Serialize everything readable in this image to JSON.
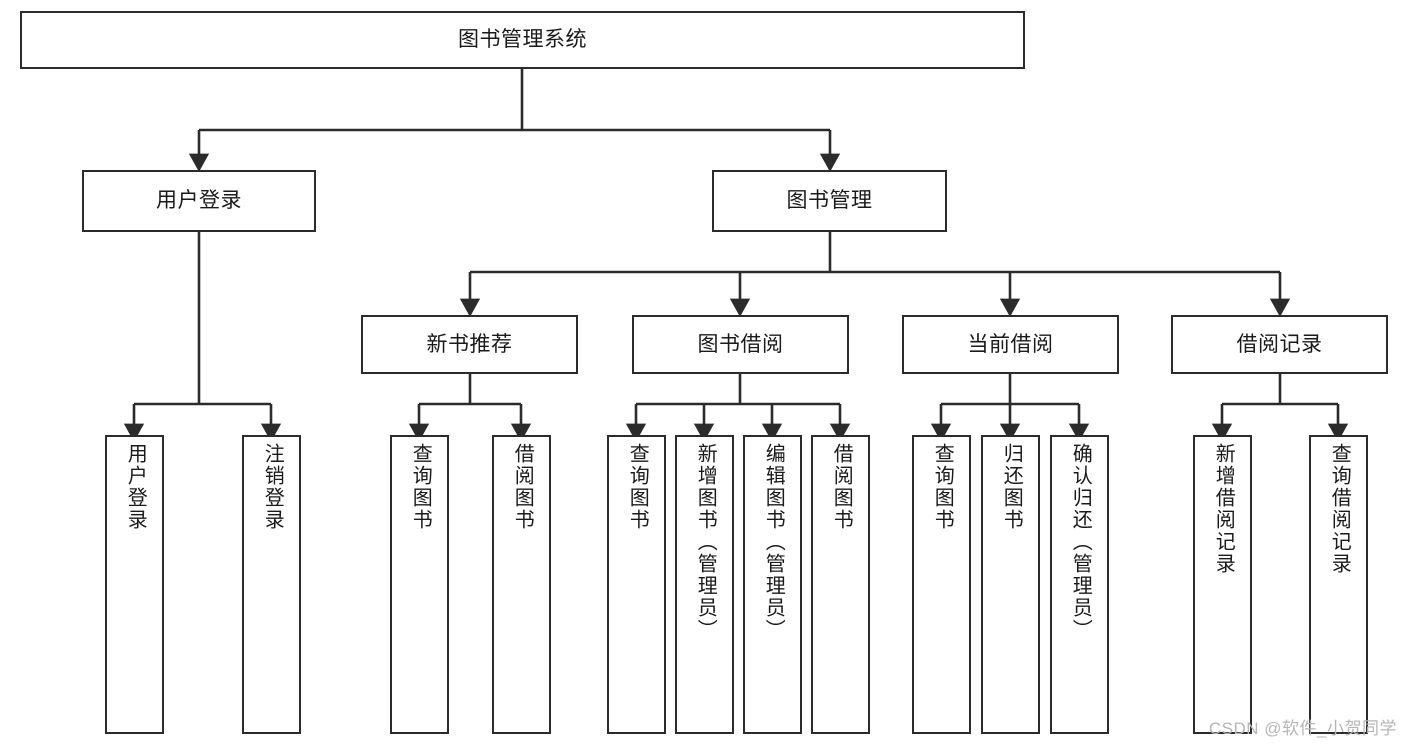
{
  "diagram": {
    "title": "图书管理系统",
    "watermark": "CSDN @软件_小贺同学",
    "line_color": "#2b2b2b",
    "box_fill": "#ffffff",
    "text_color": "#1a1a1a",
    "watermark_color": "#b6b6b6"
  },
  "root": {
    "label": "图书管理系统"
  },
  "level2": [
    {
      "label": "用户登录"
    },
    {
      "label": "图书管理"
    }
  ],
  "level3": [
    {
      "label": "新书推荐"
    },
    {
      "label": "图书借阅"
    },
    {
      "label": "当前借阅"
    },
    {
      "label": "借阅记录"
    }
  ],
  "leaves": {
    "user_login": [
      {
        "label": "用户登录"
      },
      {
        "label": "注销登录"
      }
    ],
    "new_book": [
      {
        "label": "查询图书"
      },
      {
        "label": "借阅图书"
      }
    ],
    "book_borrow": [
      {
        "label": "查询图书"
      },
      {
        "label": "新增图书（管理员）"
      },
      {
        "label": "编辑图书（管理员）"
      },
      {
        "label": "借阅图书"
      }
    ],
    "current_borrow": [
      {
        "label": "查询图书"
      },
      {
        "label": "归还图书"
      },
      {
        "label": "确认归还（管理员）"
      }
    ],
    "borrow_record": [
      {
        "label": "新增借阅记录"
      },
      {
        "label": "查询借阅记录"
      }
    ]
  }
}
